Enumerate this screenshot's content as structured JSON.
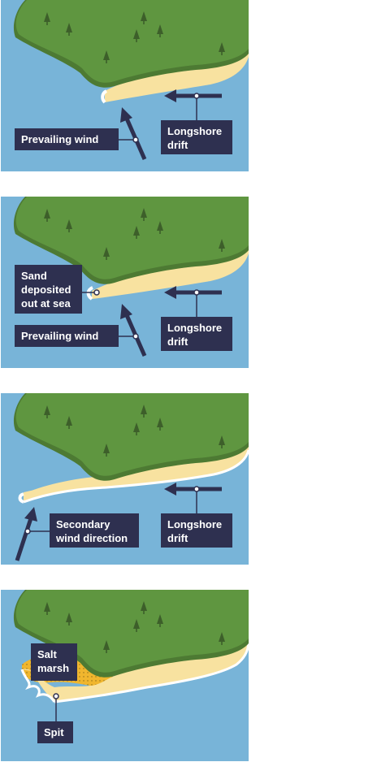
{
  "panels": [
    {
      "labels": {
        "wind": "Prevailing wind",
        "drift": "Longshore\ndrift"
      }
    },
    {
      "labels": {
        "deposit": "Sand\ndeposited\nout at sea",
        "wind": "Prevailing wind",
        "drift": "Longshore\ndrift"
      }
    },
    {
      "labels": {
        "wind": "Secondary\nwind direction",
        "drift": "Longshore\ndrift"
      }
    },
    {
      "labels": {
        "marsh": "Salt\nmarsh",
        "spit": "Spit"
      }
    }
  ],
  "colors": {
    "sea": "#78b4d8",
    "land": "#5f9640",
    "land_dark": "#4d7a33",
    "sand": "#f8e2a0",
    "sand_edge": "#e3c06e",
    "marsh": "#f0b62e",
    "label_bg": "#2e3050",
    "arrow": "#2e3050"
  }
}
